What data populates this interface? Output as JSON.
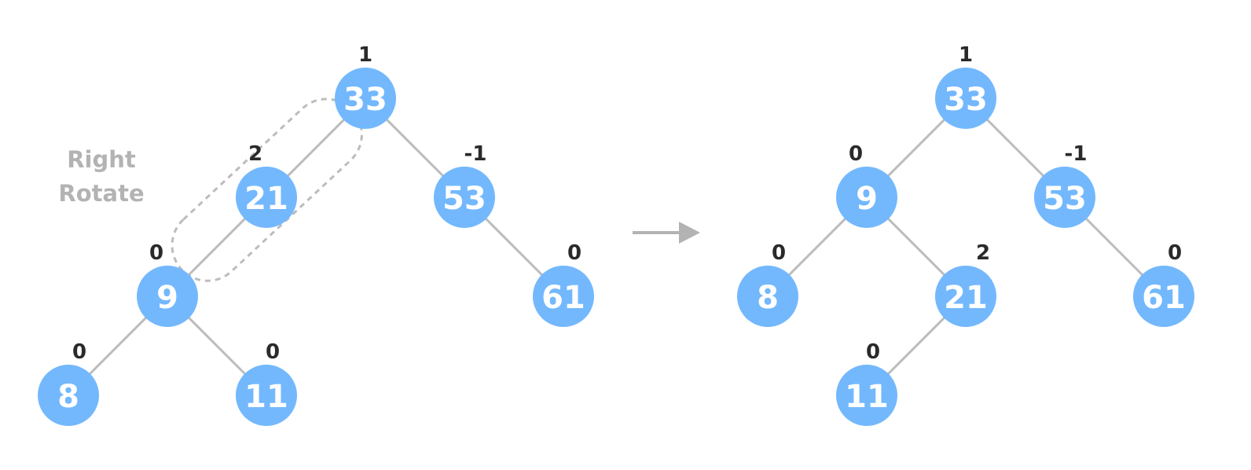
{
  "colors": {
    "node_fill": "#73b8fd",
    "edge": "#bcbcbc",
    "label_text": "#2a2a2a",
    "annotation": "#b3b3b3",
    "arrow": "#b3b3b3"
  },
  "operation": {
    "line1": "Right",
    "line2": "Rotate"
  },
  "before_tree": {
    "nodes": [
      {
        "key": "33",
        "balance": "1"
      },
      {
        "key": "21",
        "balance": "2"
      },
      {
        "key": "53",
        "balance": "-1"
      },
      {
        "key": "9",
        "balance": "0"
      },
      {
        "key": "61",
        "balance": "0"
      },
      {
        "key": "8",
        "balance": "0"
      },
      {
        "key": "11",
        "balance": "0"
      }
    ]
  },
  "after_tree": {
    "nodes": [
      {
        "key": "33",
        "balance": "1"
      },
      {
        "key": "9",
        "balance": "0"
      },
      {
        "key": "53",
        "balance": "-1"
      },
      {
        "key": "8",
        "balance": "0"
      },
      {
        "key": "21",
        "balance": "2"
      },
      {
        "key": "61",
        "balance": "0"
      },
      {
        "key": "11",
        "balance": "0"
      }
    ]
  }
}
